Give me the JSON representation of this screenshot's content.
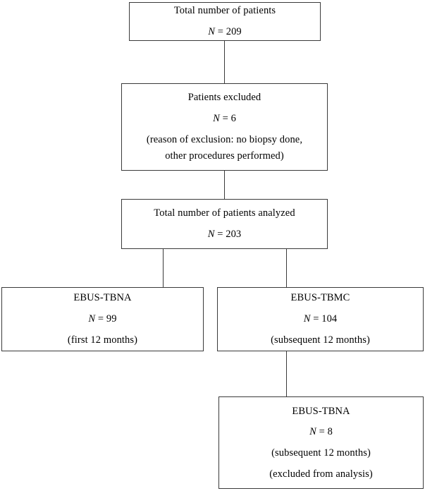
{
  "diagram": {
    "type": "flowchart",
    "title": "Patient enrollment flow diagram",
    "line_color": "#3a3a3a",
    "box_fill": "#ffffff",
    "nodes": [
      {
        "id": "total-patients",
        "name": "total-patients-box",
        "lines": [
          {
            "text": "Total number of patients"
          },
          {
            "var": "N",
            "text": " = 209"
          }
        ]
      },
      {
        "id": "patients-excluded",
        "name": "patients-excluded-box",
        "lines": [
          {
            "text": "Patients excluded"
          },
          {
            "var": "N",
            "text": " = 6"
          },
          {
            "text": "(reason of exclusion: no biopsy done,"
          },
          {
            "text": "other procedures performed)"
          }
        ]
      },
      {
        "id": "patients-analyzed",
        "name": "patients-analyzed-box",
        "lines": [
          {
            "text": "Total number of patients analyzed"
          },
          {
            "var": "N",
            "text": " = 203"
          }
        ]
      },
      {
        "id": "ebus-tbna-first",
        "name": "ebus-tbna-first-box",
        "lines": [
          {
            "text": "EBUS-TBNA"
          },
          {
            "var": "N",
            "text": " = 99"
          },
          {
            "text": "(first 12 months)"
          }
        ]
      },
      {
        "id": "ebus-tbmc",
        "name": "ebus-tbmc-box",
        "lines": [
          {
            "text": "EBUS-TBMC"
          },
          {
            "var": "N",
            "text": " = 104"
          },
          {
            "text": "(subsequent 12 months)"
          }
        ]
      },
      {
        "id": "ebus-tbna-excluded",
        "name": "ebus-tbna-excluded-box",
        "lines": [
          {
            "text": "EBUS-TBNA"
          },
          {
            "var": "N",
            "text": " = 8"
          },
          {
            "text": "(subsequent 12 months)"
          },
          {
            "text": "(excluded from analysis)"
          }
        ]
      }
    ]
  }
}
